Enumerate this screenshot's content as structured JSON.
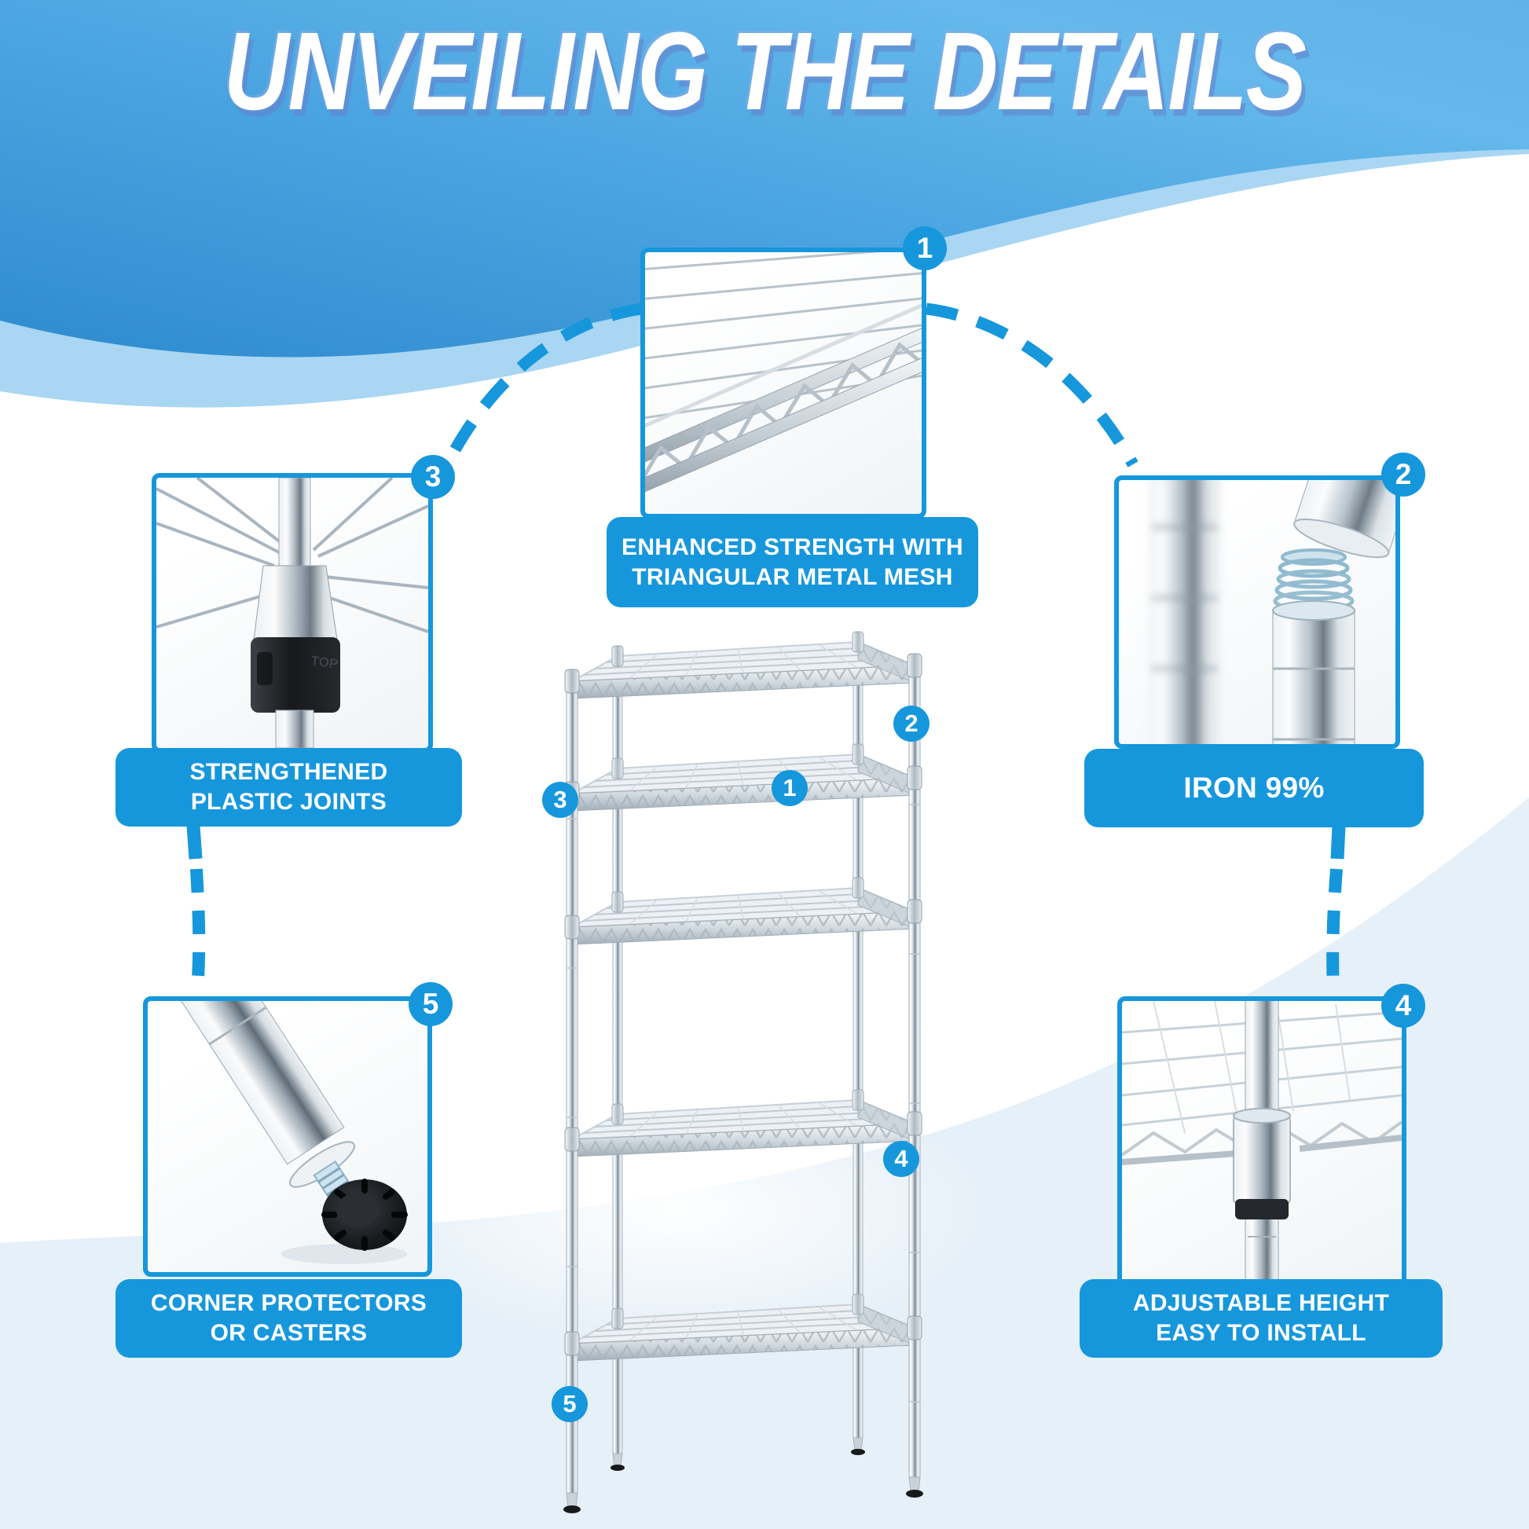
{
  "colors": {
    "accent": "#1697DC",
    "title_text": "#FFFFFF",
    "title_shadow": "#6E8CD2",
    "banner_blue_dark": "#2E8BCF",
    "banner_blue_light": "#6BBCEE",
    "banner_wave_light": "#A9D6F2",
    "bottom_wave": "#E6F0F8",
    "photo_chrome": "#C7D0D7",
    "photo_plastic_black": "#1D1F22"
  },
  "header": {
    "title": "UNVEILING THE DETAILS"
  },
  "callouts": {
    "c1": {
      "number": "1",
      "line1": "ENHANCED STRENGTH WITH",
      "line2": "TRIANGULAR METAL MESH",
      "photo": "wire-mesh-shelf-corner"
    },
    "c2": {
      "number": "2",
      "line1": "IRON 99%",
      "line2": "",
      "photo": "threaded-pole-connector"
    },
    "c3": {
      "number": "3",
      "line1": "STRENGTHENED",
      "line2": "PLASTIC JOINTS",
      "photo": "plastic-joint-on-pole",
      "sleeve_mark": "TOP"
    },
    "c4": {
      "number": "4",
      "line1": "ADJUSTABLE HEIGHT",
      "line2": "EASY TO INSTALL",
      "photo": "shelf-sleeve-joint"
    },
    "c5": {
      "number": "5",
      "line1": "CORNER PROTECTORS",
      "line2": "OR CASTERS",
      "photo": "adjustable-leveling-foot"
    }
  },
  "product": {
    "name": "5-tier-wire-shelving-unit",
    "markers": {
      "m1": "1",
      "m2": "2",
      "m3": "3",
      "m4": "4",
      "m5": "5"
    }
  }
}
